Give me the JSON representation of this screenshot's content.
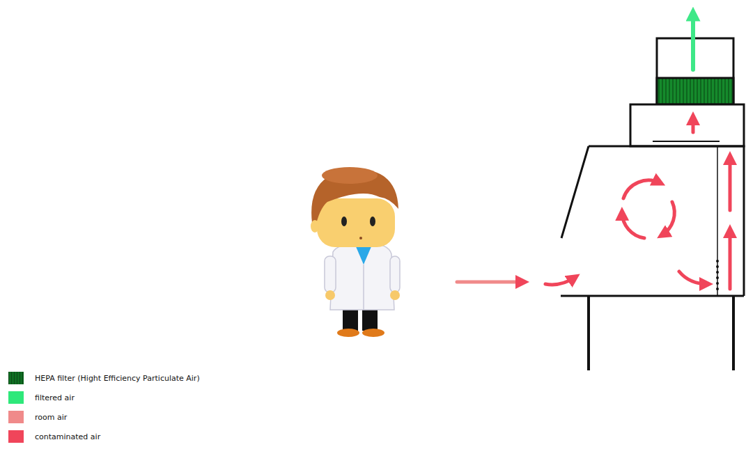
{
  "diagram": {
    "legend": [
      {
        "text": "HEPA filter (Hight Efficiency Particulate Air)",
        "color": "#0f6e22"
      },
      {
        "text": "filtered air",
        "color": "#2ee87a"
      },
      {
        "text": "room air",
        "color": "#f08a8a"
      },
      {
        "text": "contaminated air",
        "color": "#f0455a"
      }
    ]
  }
}
